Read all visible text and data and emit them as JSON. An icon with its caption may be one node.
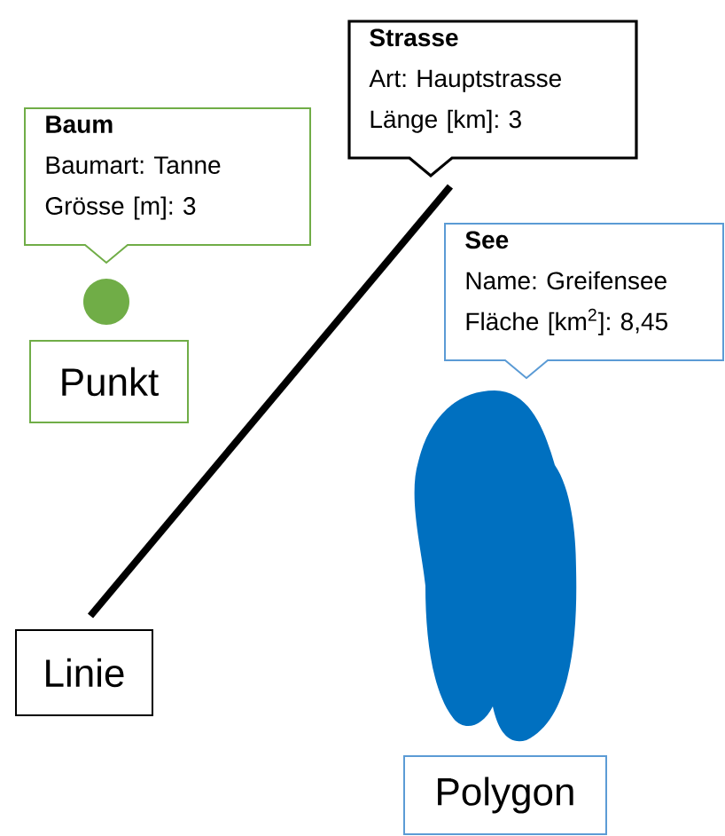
{
  "diagram": {
    "nodes": [
      {
        "text": [
          "Baum",
          "Baumart: Tanne",
          "Grösse [m]: 3"
        ]
      },
      {
        "text": [
          "Strasse",
          "Art: Hauptstrasse",
          "Länge [km]: 3"
        ]
      },
      {
        "text": [
          "See",
          "Name: Greifensee",
          "Fläche [km$^{2}$]: 8,45"
        ]
      },
      {
        "text": [
          "Punkt"
        ]
      },
      {
        "text": [
          "Linie"
        ]
      },
      {
        "text": [
          "Polygon"
        ]
      }
    ]
  }
}
